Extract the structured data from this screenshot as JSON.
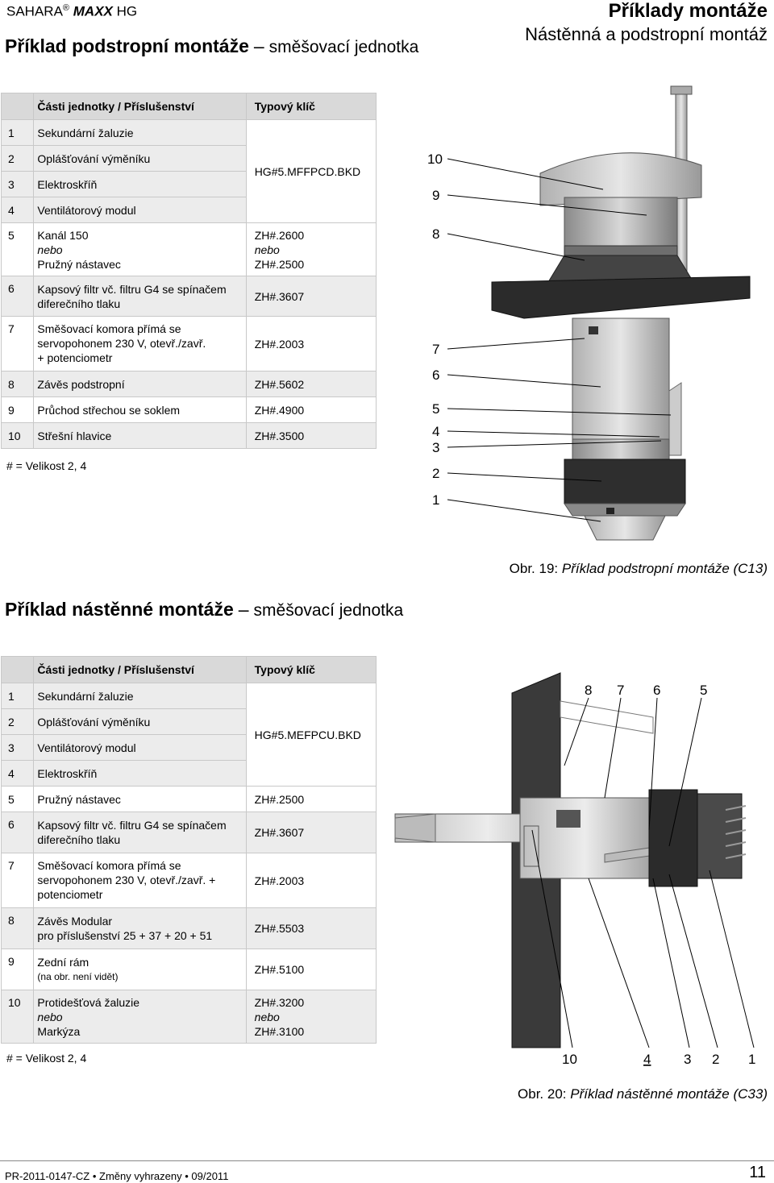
{
  "header": {
    "brand_prefix": "SAHARA",
    "brand_reg": "®",
    "brand_model": "MAXX",
    "brand_suffix": "HG",
    "title": "Příklady montáže",
    "subtitle": "Nástěnná a podstropní montáž"
  },
  "section1": {
    "title_bold": "Příklad podstropní montáže",
    "dash": "–",
    "title_rest": "směšovací jednotka",
    "table": {
      "col_parts": "Části jednotky / Příslušenství",
      "col_key": "Typový klíč",
      "rows": [
        {
          "num": "1",
          "name": [
            "Sekundární žaluzie"
          ]
        },
        {
          "num": "2",
          "name": [
            "Oplášťování výměníku"
          ]
        },
        {
          "num": "3",
          "name": [
            "Elektroskříň"
          ]
        },
        {
          "num": "4",
          "name": [
            "Ventilátorový modul"
          ]
        },
        {
          "num": "5",
          "name": [
            "Kanál 150",
            "nebo",
            "Pružný nástavec"
          ],
          "key": [
            "ZH#.2600",
            "nebo",
            "ZH#.2500"
          ]
        },
        {
          "num": "6",
          "name": [
            "Kapsový filtr vč. filtru G4 se spínačem",
            "diferečního tlaku"
          ],
          "key": [
            "ZH#.3607"
          ]
        },
        {
          "num": "7",
          "name": [
            "Směšovací komora přímá se",
            "servopohonem 230 V, otevř./zavř.",
            "+ potenciometr"
          ],
          "key": [
            "ZH#.2003"
          ]
        },
        {
          "num": "8",
          "name": [
            "Závěs podstropní"
          ],
          "key": [
            "ZH#.5602"
          ]
        },
        {
          "num": "9",
          "name": [
            "Průchod střechou se soklem"
          ],
          "key": [
            "ZH#.4900"
          ]
        },
        {
          "num": "10",
          "name": [
            "Střešní hlavice"
          ],
          "key": [
            "ZH#.3500"
          ]
        }
      ],
      "group_key": "HG#5.MFFPCD.BKD"
    },
    "note": "# = Velikost 2, 4",
    "caption_prefix": "Obr. 19:",
    "caption_text": "Příklad podstropní montáže (C13)",
    "figure_labels": [
      "10",
      "9",
      "8",
      "7",
      "6",
      "5",
      "4",
      "3",
      "2",
      "1"
    ]
  },
  "section2": {
    "title_bold": "Příklad nástěnné montáže",
    "dash": "–",
    "title_rest": "směšovací jednotka",
    "table": {
      "col_parts": "Části jednotky / Příslušenství",
      "col_key": "Typový klíč",
      "rows": [
        {
          "num": "1",
          "name": [
            "Sekundární žaluzie"
          ]
        },
        {
          "num": "2",
          "name": [
            "Oplášťování výměníku"
          ]
        },
        {
          "num": "3",
          "name": [
            "Ventilátorový modul"
          ]
        },
        {
          "num": "4",
          "name": [
            "Elektroskříň"
          ]
        },
        {
          "num": "5",
          "name": [
            "Pružný nástavec"
          ],
          "key": [
            "ZH#.2500"
          ]
        },
        {
          "num": "6",
          "name": [
            "Kapsový filtr vč. filtru G4 se spínačem",
            "diferečního tlaku"
          ],
          "key": [
            "ZH#.3607"
          ]
        },
        {
          "num": "7",
          "name": [
            "Směšovací komora přímá se",
            "servopohonem 230 V, otevř./zavř. +",
            "potenciometr"
          ],
          "key": [
            "ZH#.2003"
          ]
        },
        {
          "num": "8",
          "name": [
            "Závěs Modular",
            "pro příslušenství 25 + 37 + 20 + 51"
          ],
          "key": [
            "ZH#.5503"
          ]
        },
        {
          "num": "9",
          "name": [
            "Zední rám",
            "(na obr. není vidět)"
          ],
          "key": [
            "ZH#.5100"
          ]
        },
        {
          "num": "10",
          "name": [
            "Protidešťová žaluzie",
            "nebo",
            "Markýza"
          ],
          "key": [
            "ZH#.3200",
            "nebo",
            "ZH#.3100"
          ]
        }
      ],
      "group_key": "HG#5.MEFPCU.BKD"
    },
    "note": "# = Velikost 2, 4",
    "caption_prefix": "Obr. 20:",
    "caption_text": "Příklad nástěnné montáže (C33)",
    "figure_labels_top": [
      "8",
      "7",
      "6",
      "5"
    ],
    "figure_labels_bottom": [
      "10",
      "4",
      "3",
      "2",
      "1"
    ]
  },
  "footer": {
    "doc": "PR-2011-0147-CZ • Změny vyhrazeny • 09/2011",
    "page": "11"
  }
}
